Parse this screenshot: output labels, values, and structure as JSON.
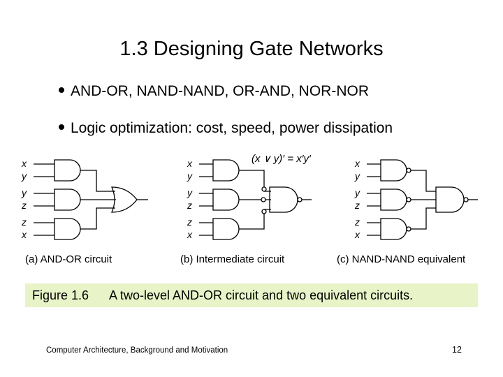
{
  "title": "1.3  Designing Gate Networks",
  "bullets": [
    "AND-OR, NAND-NAND, OR-AND, NOR-NOR",
    "Logic optimization: cost, speed, power dissipation"
  ],
  "diagram": {
    "equation": "(x ∨ y)′ = x′y′",
    "circuits": [
      {
        "caption": "(a) AND-OR circuit",
        "inputs": [
          "x",
          "y",
          "y",
          "z",
          "z",
          "x"
        ]
      },
      {
        "caption": "(b) Intermediate circuit",
        "inputs": [
          "x",
          "y",
          "y",
          "z",
          "z",
          "x"
        ]
      },
      {
        "caption": "(c) NAND-NAND equivalent",
        "inputs": [
          "x",
          "y",
          "y",
          "z",
          "z",
          "x"
        ]
      }
    ]
  },
  "figure": {
    "label": "Figure 1.6",
    "description": "A two-level AND-OR circuit and two equivalent circuits."
  },
  "footer": "Computer Architecture, Background and Motivation",
  "page_number": "12",
  "colors": {
    "caption_bg": "#e8f4c8"
  }
}
